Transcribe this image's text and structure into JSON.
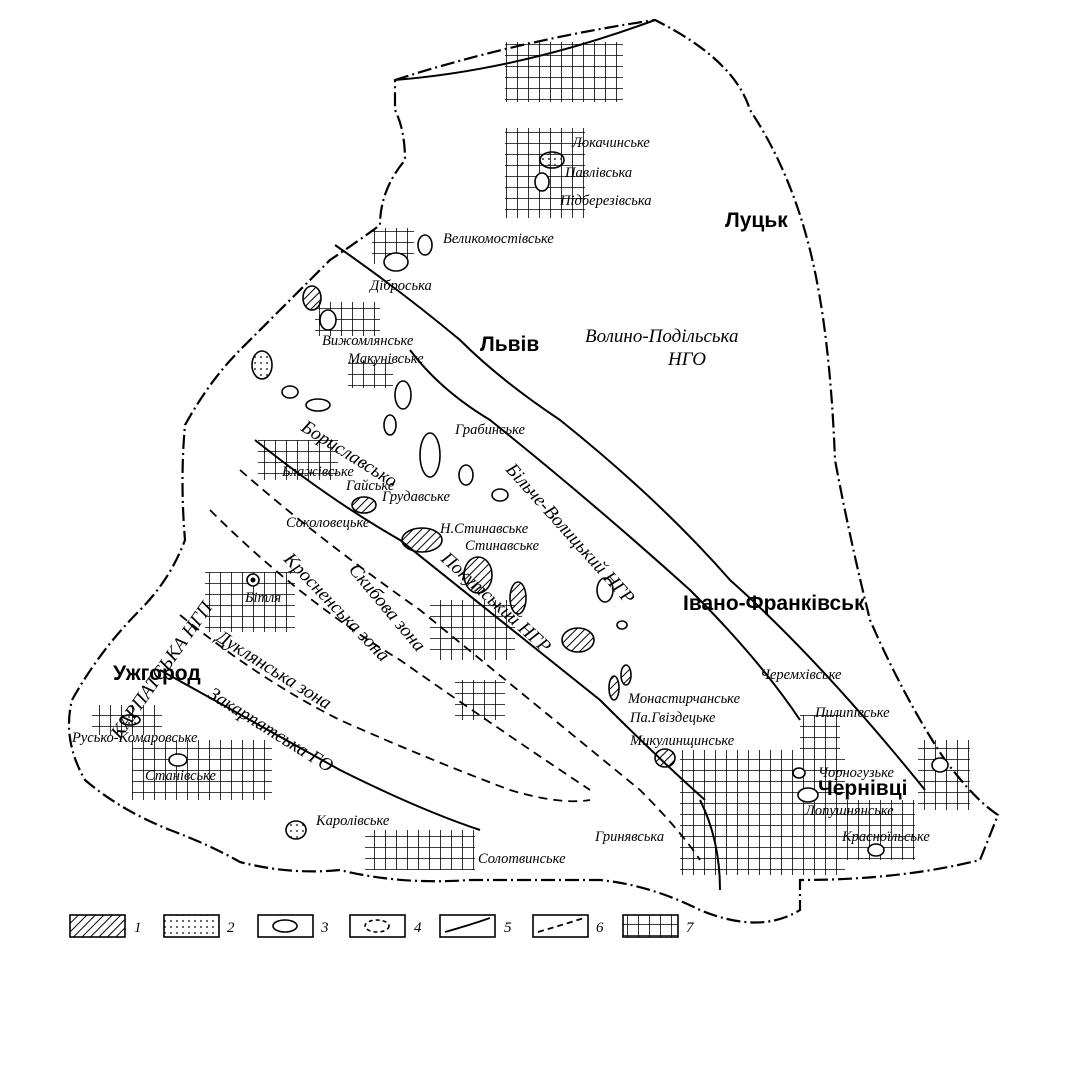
{
  "cities": {
    "lutsk": "Луцьк",
    "lviv": "Львів",
    "ivano_frankivsk": "Івано-Франківськ",
    "uzhhorod": "Ужгород",
    "chernivtsi": "Чернівці"
  },
  "regions": {
    "volyn_line1": "Волино-Подільська",
    "volyn_line2": "НГО",
    "bilche": "Більче-Волицький НГР",
    "sambir": "Бориславсько",
    "skyba": "Скибова зона",
    "krosno": "Кросненська зона",
    "dukla": "Дуклянська зона",
    "zakarpattia": "Закарпатська ГО",
    "carpathian": "КАРПАТСЬКА НГП",
    "pokuttia": "Покутський НГР"
  },
  "fields": {
    "lokachynske": "Локачинське",
    "pavlivska": "Павлівська",
    "pidbereziv": "Підберезівська",
    "velykomost": "Великомостівське",
    "dibrovska": "Діброська",
    "vyzhomlianske": "Вижомлянське",
    "makunivske": "Макунівське",
    "hrabynske": "Грабинське",
    "blazhivske": "Блажівське",
    "taiske": "Гайське",
    "hrudovske": "Грудавське",
    "sokolovetske": "Соколовецьке",
    "n_stynavske": "Н.Стинавське",
    "stynavske": "Стинавське",
    "bitlia": "Бітля",
    "cheremkhivske": "Черемхівське",
    "monastyrchanske": "Монастирчанське",
    "pa_hvizdetske": "Па.Гвіздецьке",
    "pylypivske": "Пилипівське",
    "mykulynshynske": "Микулинщинське",
    "chornohuzke": "Чорногузьке",
    "lopushnianske": "Лопушнянське",
    "krasnoilske": "Красноїльське",
    "hryniavska": "Гринявська",
    "solotvynske": "Солотвинське",
    "karolivske": "Каролівське",
    "rusko_komarivske": "Русько-Комаровське",
    "stanivske": "Станівське"
  },
  "legend": [
    "1",
    "2",
    "3",
    "4",
    "5",
    "6",
    "7"
  ]
}
